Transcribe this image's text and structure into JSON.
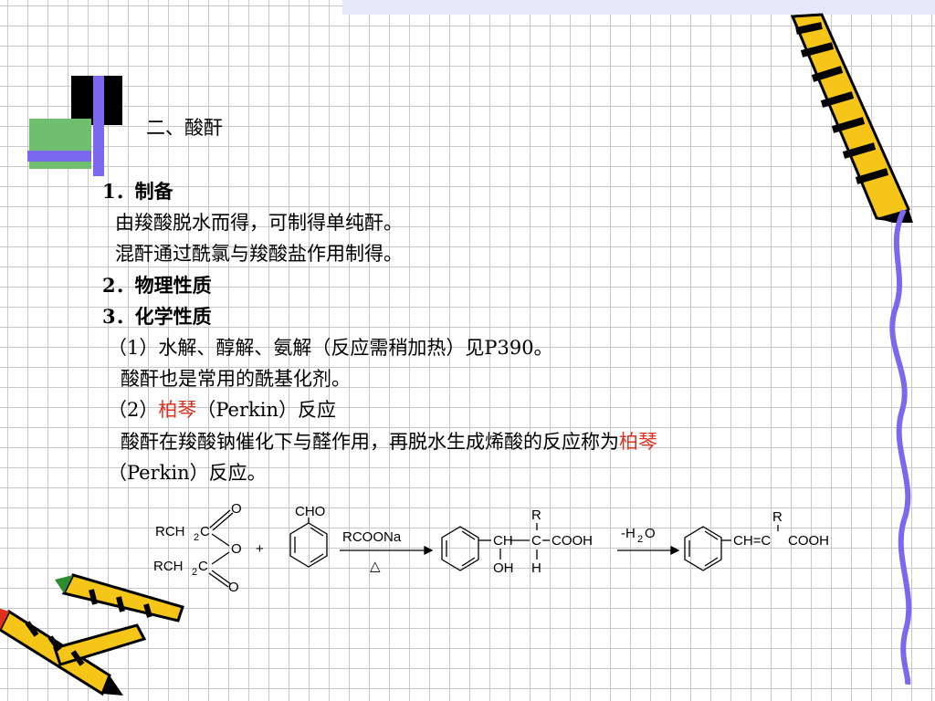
{
  "slide": {
    "title": "二、酸酐",
    "lines": [
      {
        "id": "h1",
        "text": "1．制备",
        "bold": true
      },
      {
        "id": "p1",
        "text": "由羧酸脱水而得，可制得单纯酐。"
      },
      {
        "id": "p2",
        "text": "混酐通过酰氯与羧酸盐作用制得。"
      },
      {
        "id": "h2",
        "text": "2．物理性质",
        "bold": true
      },
      {
        "id": "h3",
        "text": "3．化学性质",
        "bold": true
      },
      {
        "id": "p3",
        "text": "（1）水解、醇解、氨解（反应需稍加热）见P390。"
      },
      {
        "id": "p4",
        "text": "酸酐也是常用的酰基化剂。"
      }
    ],
    "perkin_heading": {
      "prefix": "（2）",
      "red": "柏琴",
      "suffix": "（Perkin）反应"
    },
    "perkin_desc": {
      "main": "酸酐在羧酸钠催化下与醛作用，再脱水生成烯酸的反应称为",
      "red": "柏琴",
      "cont": "（Perkin）反应。"
    }
  },
  "reaction": {
    "anhydride": {
      "o_top": "O",
      "rch2c_top": "RCH",
      "sub2_top": "2",
      "c_top": "C",
      "o_mid": "O",
      "rch2c_bot": "RCH",
      "sub2_bot": "2",
      "c_bot": "C",
      "o_bot": "O"
    },
    "plus": "+",
    "aldehyde": "CHO",
    "catalyst": "RCOONa",
    "heat": "△",
    "intermediate": {
      "r": "R",
      "ch": "CH",
      "c": "C",
      "cooh": "COOH",
      "oh": "OH",
      "h": "H"
    },
    "dehydration": {
      "prefix": "-H",
      "sub": "2",
      "suffix": "O"
    },
    "product": {
      "r": "R",
      "chain": "CH=C",
      "cooh": "COOH"
    }
  },
  "colors": {
    "accent_red": "#e0301e",
    "grid": "#c8c8cc",
    "bar_blue": "#7b68ee",
    "bar_green": "#6fbf6f"
  }
}
